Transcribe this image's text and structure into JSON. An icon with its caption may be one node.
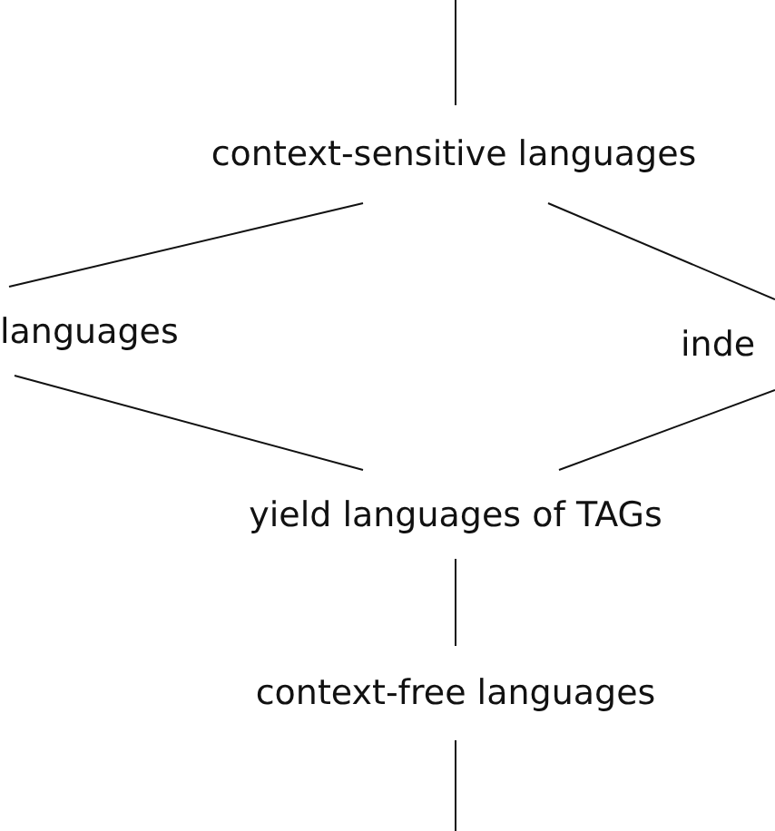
{
  "diagram": {
    "nodes": [
      {
        "text": [
          "context-sensitive languages"
        ]
      },
      {
        "text": [
          "languages"
        ]
      },
      {
        "text": [
          "inde"
        ]
      },
      {
        "text": [
          "yield languages of TAGs"
        ]
      },
      {
        "text": [
          "context-free languages"
        ]
      }
    ],
    "edges": [
      {
        "from": null,
        "to": 0,
        "arrow": "none"
      },
      {
        "from": 0,
        "to": 1,
        "arrow": "none"
      },
      {
        "from": 0,
        "to": 2,
        "arrow": "none"
      },
      {
        "from": 1,
        "to": 3,
        "arrow": "none"
      },
      {
        "from": 2,
        "to": 3,
        "arrow": "none"
      },
      {
        "from": 3,
        "to": 4,
        "arrow": "none"
      },
      {
        "from": 4,
        "to": null,
        "arrow": "none"
      }
    ]
  }
}
